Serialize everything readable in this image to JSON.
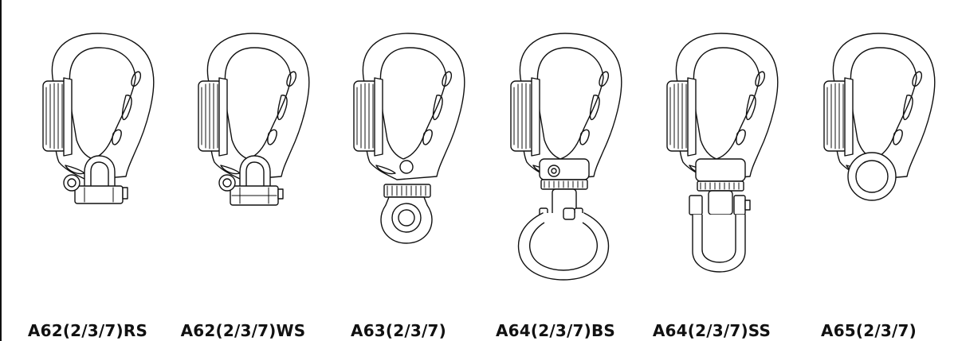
{
  "products": [
    {
      "model": "A62(2/3/7)RS",
      "icon": "carabiner-swivel-rs-icon"
    },
    {
      "model": "A62(2/3/7)WS",
      "icon": "carabiner-swivel-ws-icon"
    },
    {
      "model": "A63(2/3/7)",
      "icon": "carabiner-swivel-eye-icon"
    },
    {
      "model": "A64(2/3/7)BS",
      "icon": "carabiner-swivel-bow-shackle-icon"
    },
    {
      "model": "A64(2/3/7)SS",
      "icon": "carabiner-swivel-d-shackle-icon"
    },
    {
      "model": "A65(2/3/7)",
      "icon": "carabiner-eye-ring-icon"
    }
  ],
  "colors": {
    "line": "#111111",
    "background": "#ffffff"
  }
}
